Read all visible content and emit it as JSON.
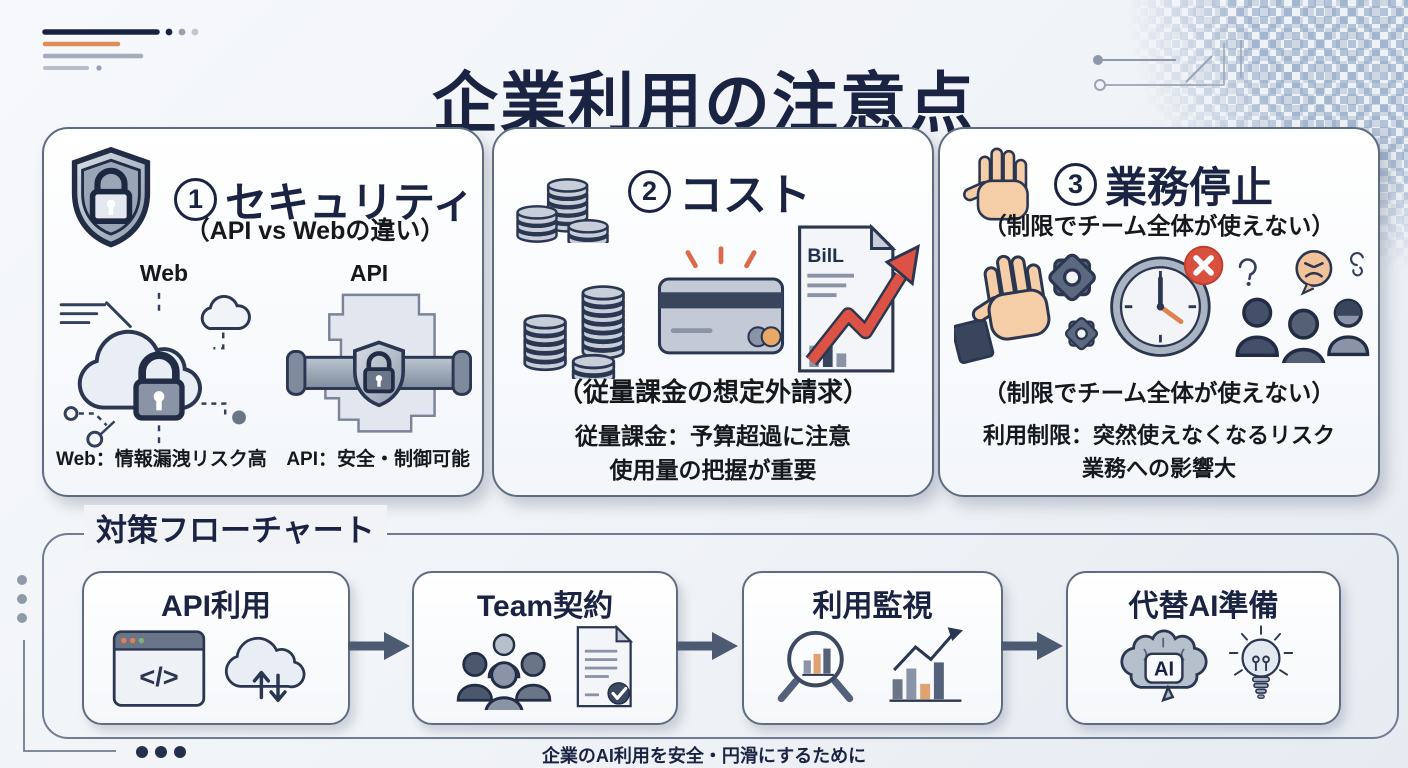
{
  "page": {
    "title": "企業利用の注意点",
    "footer": "企業のAI利用を安全・円滑にするために"
  },
  "cards": {
    "security": {
      "number": "1",
      "title": "セキュリティ",
      "subtitle": "（API vs Webの違い）",
      "web_label": "Web",
      "api_label": "API",
      "web_caption": "Web：情報漏洩リスク高",
      "api_caption": "API：安全・制御可能"
    },
    "cost": {
      "number": "2",
      "title": "コスト",
      "bill_text": "BilL",
      "subtitle": "（従量課金の想定外請求）",
      "note1": "従量課金：予算超過に注意",
      "note2": "使用量の把握が重要"
    },
    "outage": {
      "number": "3",
      "title": "業務停止",
      "subtitle": "（制限でチーム全体が使えない）",
      "caption": "（制限でチーム全体が使えない）",
      "note1": "利用制限：突然使えなくなるリスク",
      "note2": "業務への影響大"
    }
  },
  "flowchart": {
    "label": "対策フローチャート",
    "steps": [
      {
        "label": "API利用"
      },
      {
        "label": "Team契約"
      },
      {
        "label": "利用監視"
      },
      {
        "label": "代替AI準備"
      }
    ],
    "code_glyph": "</>",
    "ai_label": "AI"
  },
  "colors": {
    "navy": "#1a2342",
    "slate": "#4d5b72",
    "steel": "#8a94a6",
    "orange": "#e0824f",
    "red": "#d9503e",
    "skin": "#f5cda6"
  }
}
